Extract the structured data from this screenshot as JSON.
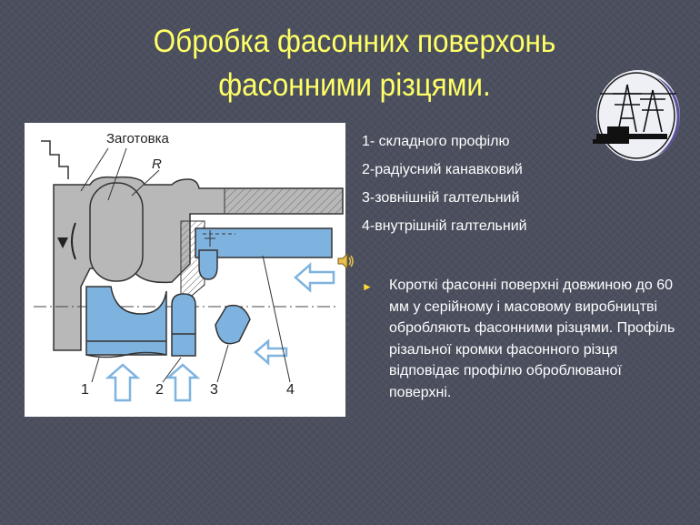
{
  "slide": {
    "title_line1": "Обробка фасонних поверхонь",
    "title_line2": "фасонними різцями."
  },
  "figure": {
    "zagotovka_label": "Заготовка",
    "radius_label": "R",
    "label_1": "1",
    "label_2": "2",
    "label_3": "3",
    "label_4": "4"
  },
  "legend": {
    "items": [
      "1- складного профілю",
      "2-радіусний канавковий",
      "3-зовнішній галтельний",
      "4-внутрішній галтельний"
    ]
  },
  "body": {
    "paragraph": "Короткі фасонні поверхні довжиною до 60 мм у серійному і масовому виробництві обробляють фасонними різцями. Профіль різальної кромки фасонного різця відповідає профілю оброблюваної поверхні."
  },
  "colors": {
    "background": "#4b4f5e",
    "title": "#ffff66",
    "cutter_blue": "#7fb3df",
    "bullet": "#ffdd33"
  },
  "icons": {
    "logo": "power-tower-logo",
    "speaker": "speaker-icon",
    "bullet": "triangle-bullet-icon"
  }
}
